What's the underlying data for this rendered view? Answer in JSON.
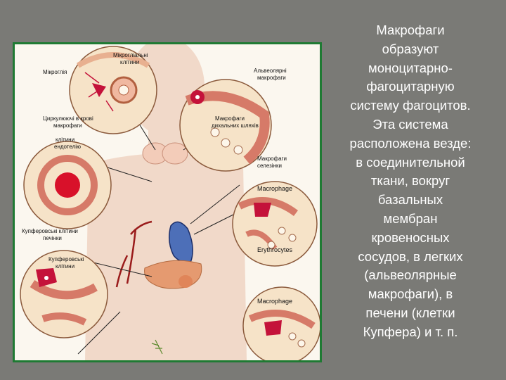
{
  "side_text_lines": [
    "Макрофаги",
    "образуют",
    "моноцитарно-",
    "фагоцитарную",
    "систему фагоцитов.",
    "Эта система",
    "расположена везде:",
    "в соединительной",
    "ткани, вокруг",
    "базальных",
    "мембран",
    "кровеносных",
    "сосудов, в легких",
    "(альвеолярные",
    "макрофаги), в",
    "печени (клетки",
    "Купфера) и т. п."
  ],
  "figure": {
    "labels": {
      "microglia": "Мікроглія",
      "microglial_cells_1": "Мікрогліальні",
      "microglial_cells_2": "клітини",
      "alveolar_1": "Альвеолярні",
      "alveolar_2": "макрофаги",
      "circulating_1": "Циркулюючі в крові",
      "circulating_2": "макрофаги",
      "airway_1": "Макрофаги",
      "airway_2": "дихальних шляхів",
      "endothelial_1": "клітини",
      "endothelial_2": "ендотелію",
      "spleen_1": "Макрофаги",
      "spleen_2": "селезінки",
      "macrophage_1": "Macrophage",
      "erythrocytes": "Erythrocytes",
      "kupffer_liver_1": "Купферовські клітини",
      "kupffer_liver_2": "печінки",
      "kupffer_1": "Купферовські",
      "kupffer_2": "клітини",
      "macrophage_2": "Macrophage"
    }
  },
  "colors": {
    "background": "#7a7a76",
    "frame_border": "#1f7a33",
    "text": "#ffffff"
  }
}
